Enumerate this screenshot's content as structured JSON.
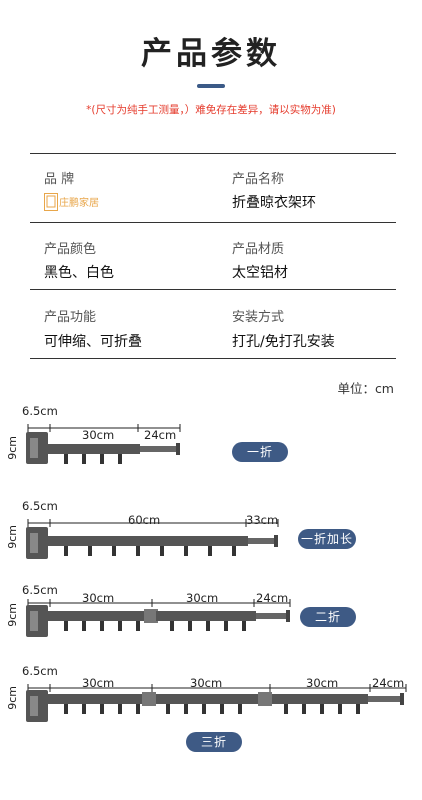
{
  "title": "产品参数",
  "note": "*(尺寸为纯手工测量，）难免存在差异，请以实物为准)",
  "params": [
    {
      "label": "品 牌",
      "value": ""
    },
    {
      "label": "产品名称",
      "value": "折叠晾衣架环"
    },
    {
      "label": "产品颜色",
      "value": "黑色、白色"
    },
    {
      "label": "产品材质",
      "value": "太空铝材"
    },
    {
      "label": "产品功能",
      "value": "可伸缩、可折叠"
    },
    {
      "label": "安装方式",
      "value": "打孔/免打孔安装"
    }
  ],
  "brand_logo_text": "庄鹏家居",
  "unit_label": "单位：cm",
  "racks": [
    {
      "name": "一折",
      "height": "9cm",
      "base": "6.5cm",
      "segments": [
        "30cm"
      ],
      "tip": "24cm"
    },
    {
      "name": "一折加长",
      "height": "9cm",
      "base": "6.5cm",
      "segments": [
        "60cm"
      ],
      "tip": "33cm"
    },
    {
      "name": "二折",
      "height": "9cm",
      "base": "6.5cm",
      "segments": [
        "30cm",
        "30cm"
      ],
      "tip": "24cm"
    },
    {
      "name": "三折",
      "height": "9cm",
      "base": "6.5cm",
      "segments": [
        "30cm",
        "30cm",
        "30cm"
      ],
      "tip": "24cm"
    }
  ],
  "colors": {
    "accent": "#3e5a85",
    "note": "#e53b2c",
    "rack": "#4a4a4a"
  }
}
